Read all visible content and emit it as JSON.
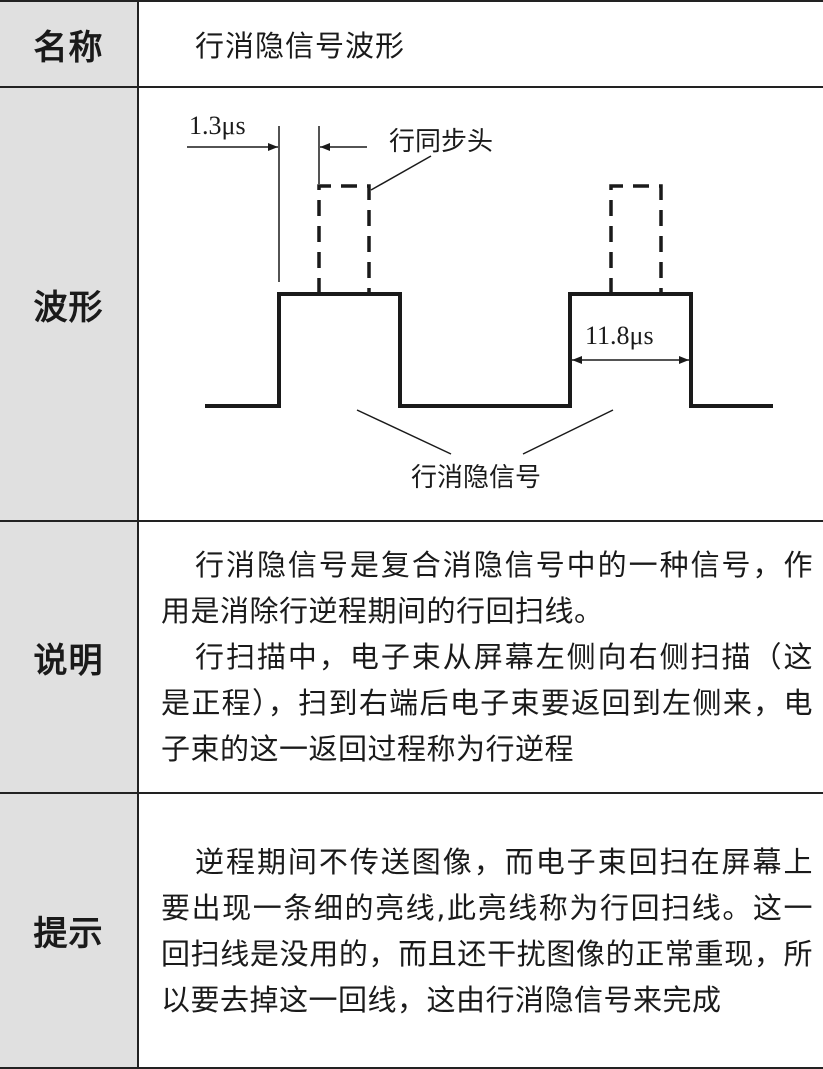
{
  "rows": {
    "name": {
      "label": "名称",
      "value": "行消隐信号波形"
    },
    "waveform": {
      "label": "波形",
      "annotations": {
        "sync_width": "1.3μs",
        "sync_head": "行同步头",
        "blank_width": "11.8μs",
        "blank_signal": "行消隐信号"
      }
    },
    "description": {
      "label": "说明",
      "paragraphs": [
        "行消隐信号是复合消隐信号中的一种信号，作用是消除行逆程期间的行回扫线。",
        "行扫描中，电子束从屏幕左侧向右侧扫描（这是正程），扫到右端后电子束要返回到左侧来，电子束的这一返回过程称为行逆程"
      ]
    },
    "tip": {
      "label": "提示",
      "paragraphs": [
        "逆程期间不传送图像，而电子束回扫在屏幕上要出现一条细的亮线,此亮线称为行回扫线。这一回扫线是没用的，而且还干扰图像的正常重现，所以要去掉这一回线，这由行消隐信号来完成"
      ]
    }
  }
}
